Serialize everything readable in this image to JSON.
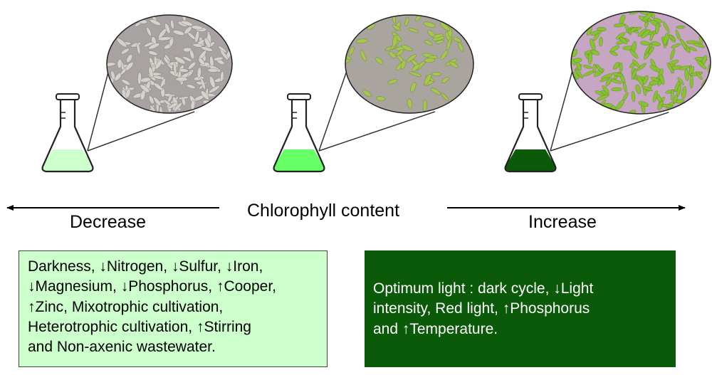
{
  "header": {
    "title": "Chlorophyll content"
  },
  "arrows": {
    "left_label": "Decrease",
    "right_label": "Increase"
  },
  "flasks": [
    {
      "level": "low",
      "liquid_color": "#ccffcc",
      "micrograph_bg": "#a8a3a2",
      "cell_color": "#d4d2cc",
      "cell_density": "high"
    },
    {
      "level": "medium",
      "liquid_color": "#66ff66",
      "micrograph_bg": "#aaa49e",
      "cell_color": "#a4c84c",
      "cell_density": "medium"
    },
    {
      "level": "high",
      "liquid_color": "#0a5a0a",
      "micrograph_bg": "#c6a6c2",
      "cell_color": "#86c42c",
      "cell_density": "high"
    }
  ],
  "boxes": {
    "decrease": {
      "lines": [
        "Darkness, ↓Nitrogen, ↓Sulfur, ↓Iron,",
        "↓Magnesium, ↓Phosphorus, ↑Cooper,",
        "↑Zinc, Mixotrophic cultivation,",
        "Heterotrophic cultivation, ↑Stirring",
        "and Non-axenic wastewater."
      ],
      "background": "#ccffcc"
    },
    "increase": {
      "lines": [
        "Optimum light : dark cycle, ↓Light",
        "intensity, Red light, ↑Phosphorus",
        "and ↑Temperature."
      ],
      "background": "#0a5a0a"
    }
  }
}
